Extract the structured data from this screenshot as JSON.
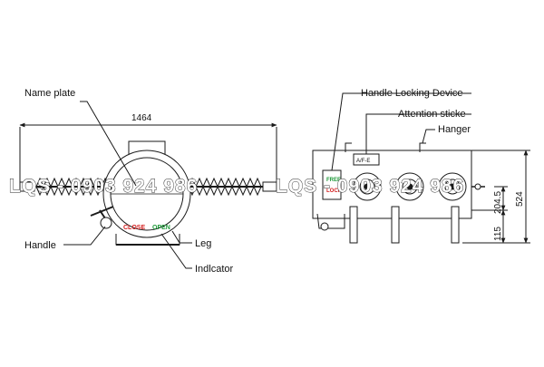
{
  "left_view": {
    "labels": {
      "name_plate": "Name plate",
      "handle": "Handle",
      "leg": "Leg",
      "indicator": "Indlcator"
    },
    "dimension_width": "1464",
    "dial_close": "CLOSE",
    "dial_open": "OPEN"
  },
  "right_view": {
    "labels": {
      "handle_locking_device": "Handle Locking Device",
      "attention_sticker": "Attention sticke",
      "hanger": "Hanger"
    },
    "dimensions": {
      "total_height": "524",
      "mid_height": "204.5",
      "bottom_height": "115"
    },
    "lock_free": "FREE",
    "lock_lock": "LOCK",
    "plate_text": "A/F-E"
  },
  "watermark": {
    "text_left": "LQS - 0903 924 986",
    "text_right": "LQS - 0903 924 986"
  },
  "colors": {
    "line": "#1a1a1a",
    "close_red": "#d42020",
    "open_green": "#1f9a3a"
  }
}
